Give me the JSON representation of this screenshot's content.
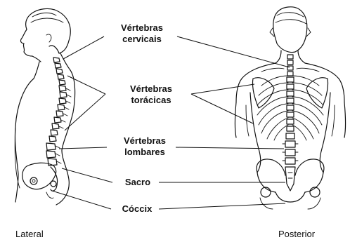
{
  "labels": {
    "cervical": [
      "Vértebras",
      "cervicais"
    ],
    "thoracic": [
      "Vértebras",
      "torácicas"
    ],
    "lumbar": [
      "Vértebras",
      "lombares"
    ],
    "sacrum": "Sacro",
    "coccyx": "Cóccix"
  },
  "views": {
    "lateral": "Lateral",
    "posterior": "Posterior"
  }
}
